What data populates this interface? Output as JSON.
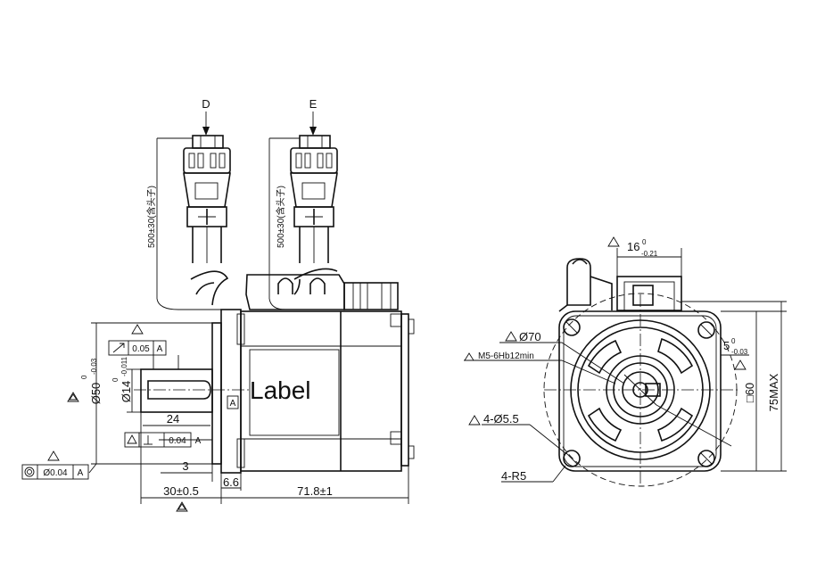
{
  "views": {
    "connectors": {
      "d_label": "D",
      "e_label": "E",
      "cable_length": "500±30(含头子)"
    },
    "side": {
      "label_text": "Label",
      "datum_letter": "A",
      "shaft_diameter": "Ø14",
      "shaft_tol_upper": "0",
      "shaft_tol_lower": "-0.011",
      "pilot_diameter": "Ø50",
      "pilot_tol_upper": "0",
      "pilot_tol_lower": "-0.03",
      "runout": "0.05",
      "perpendicularity": "0.04",
      "concentricity": "Ø0.04",
      "key_length": "24",
      "pilot_depth": "3",
      "flange_thickness": "6.6",
      "shaft_length": "30±0.5",
      "body_length": "71.8±1"
    },
    "front": {
      "key_width": "16",
      "key_tol_upper": "0",
      "key_tol_lower": "-0.21",
      "bolt_circle": "Ø70",
      "thread": "M5-6Hb12min",
      "holes": "4-Ø5.5",
      "corner_radius": "4-R5",
      "key_height": "5",
      "key_h_tol_upper": "0",
      "key_h_tol_lower": "-0.03",
      "flange_square": "□60",
      "max_height": "75MAX"
    }
  }
}
